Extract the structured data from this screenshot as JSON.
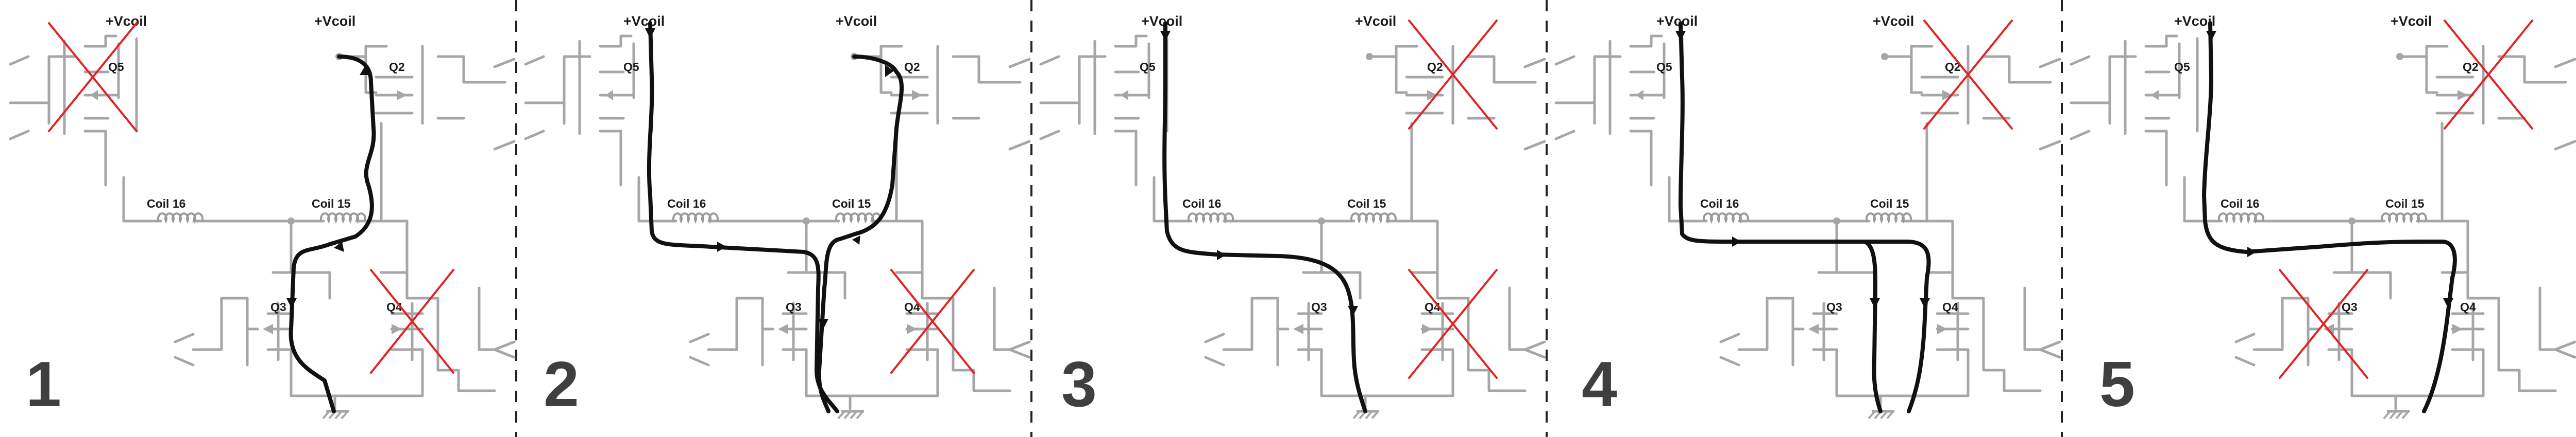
{
  "labels": {
    "vcoil": "+Vcoil",
    "q2": "Q2",
    "q3": "Q3",
    "q4": "Q4",
    "q5": "Q5",
    "coil15": "Coil 15",
    "coil16": "Coil 16"
  },
  "colors": {
    "wiring": "#a6a6a6",
    "current_path": "#111111",
    "disabled_cross": "#e32222",
    "divider": "#222222"
  },
  "panels": [
    {
      "step": "1",
      "disabled": [
        "Q5",
        "Q4"
      ]
    },
    {
      "step": "2",
      "disabled": [
        "Q4"
      ]
    },
    {
      "step": "3",
      "disabled": [
        "Q2",
        "Q4"
      ]
    },
    {
      "step": "4",
      "disabled": [
        "Q2"
      ]
    },
    {
      "step": "5",
      "disabled": [
        "Q2",
        "Q3"
      ]
    }
  ]
}
